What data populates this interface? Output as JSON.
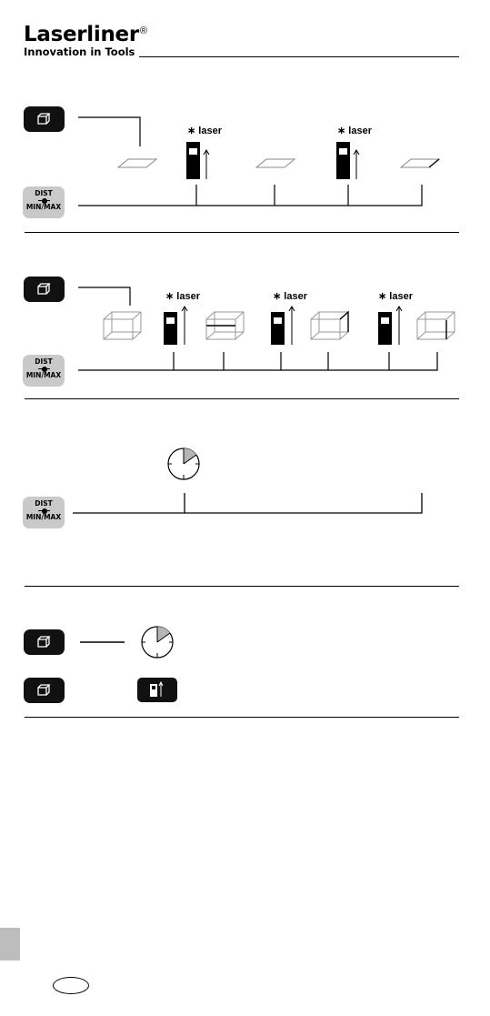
{
  "brand": {
    "name": "Laserliner",
    "reg": "®",
    "tagline": "Innovation in Tools"
  },
  "keys": {
    "dist_label": "DIST",
    "minmax_label": "MIN/MAX",
    "area_icon": "cube-icon"
  },
  "diagram": {
    "laser_label": "laser",
    "laser_marker": "∗"
  },
  "timer_icon": "stopwatch-icon",
  "device_icon": "laser-meter-icon",
  "colors": {
    "key_black": "#111111",
    "key_gray": "#c9c9c9",
    "tab_gray": "#bdbdbd"
  }
}
